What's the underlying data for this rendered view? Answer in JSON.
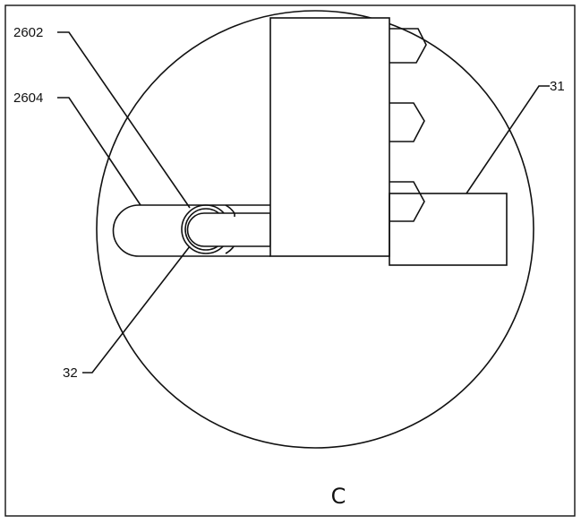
{
  "labels": {
    "l2602": "2602",
    "l2604": "2604",
    "l31": "31",
    "l32": "32"
  },
  "caption": "C",
  "colors": {
    "line": "#111111",
    "background": "#ffffff"
  }
}
